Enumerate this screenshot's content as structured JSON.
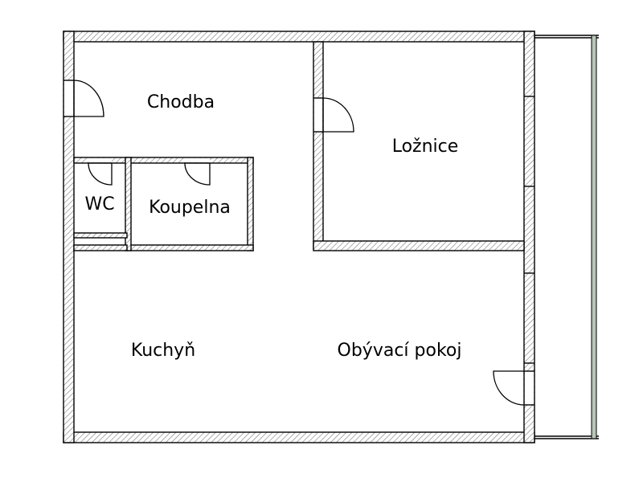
{
  "floor_plan": {
    "rooms": [
      {
        "id": "chodba",
        "label": "Chodba"
      },
      {
        "id": "loznice",
        "label": "Ložnice"
      },
      {
        "id": "wc",
        "label": "WC"
      },
      {
        "id": "koupelna",
        "label": "Koupelna"
      },
      {
        "id": "kuchyn",
        "label": "Kuchyň"
      },
      {
        "id": "obyvaci-pokoj",
        "label": "Obývací pokoj"
      }
    ],
    "colors": {
      "wall_outline": "#000000",
      "hatch": "#7a7a7a",
      "background": "#ffffff",
      "balcony_rail": "#b8c6b8"
    }
  }
}
